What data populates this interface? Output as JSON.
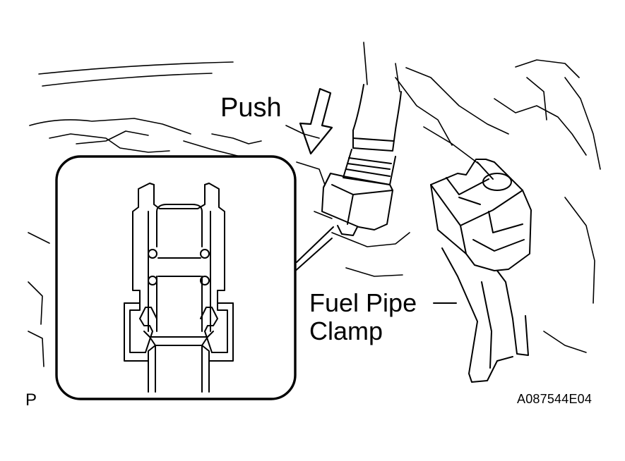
{
  "labels": {
    "push": "Push",
    "clamp_line1": "Fuel Pipe",
    "clamp_line2": "Clamp",
    "view_marker": "P",
    "figure_code": "A087544E04"
  },
  "colors": {
    "line": "#000000",
    "background": "#ffffff"
  },
  "icons": {
    "push_arrow": "down-left-arrow-icon"
  }
}
